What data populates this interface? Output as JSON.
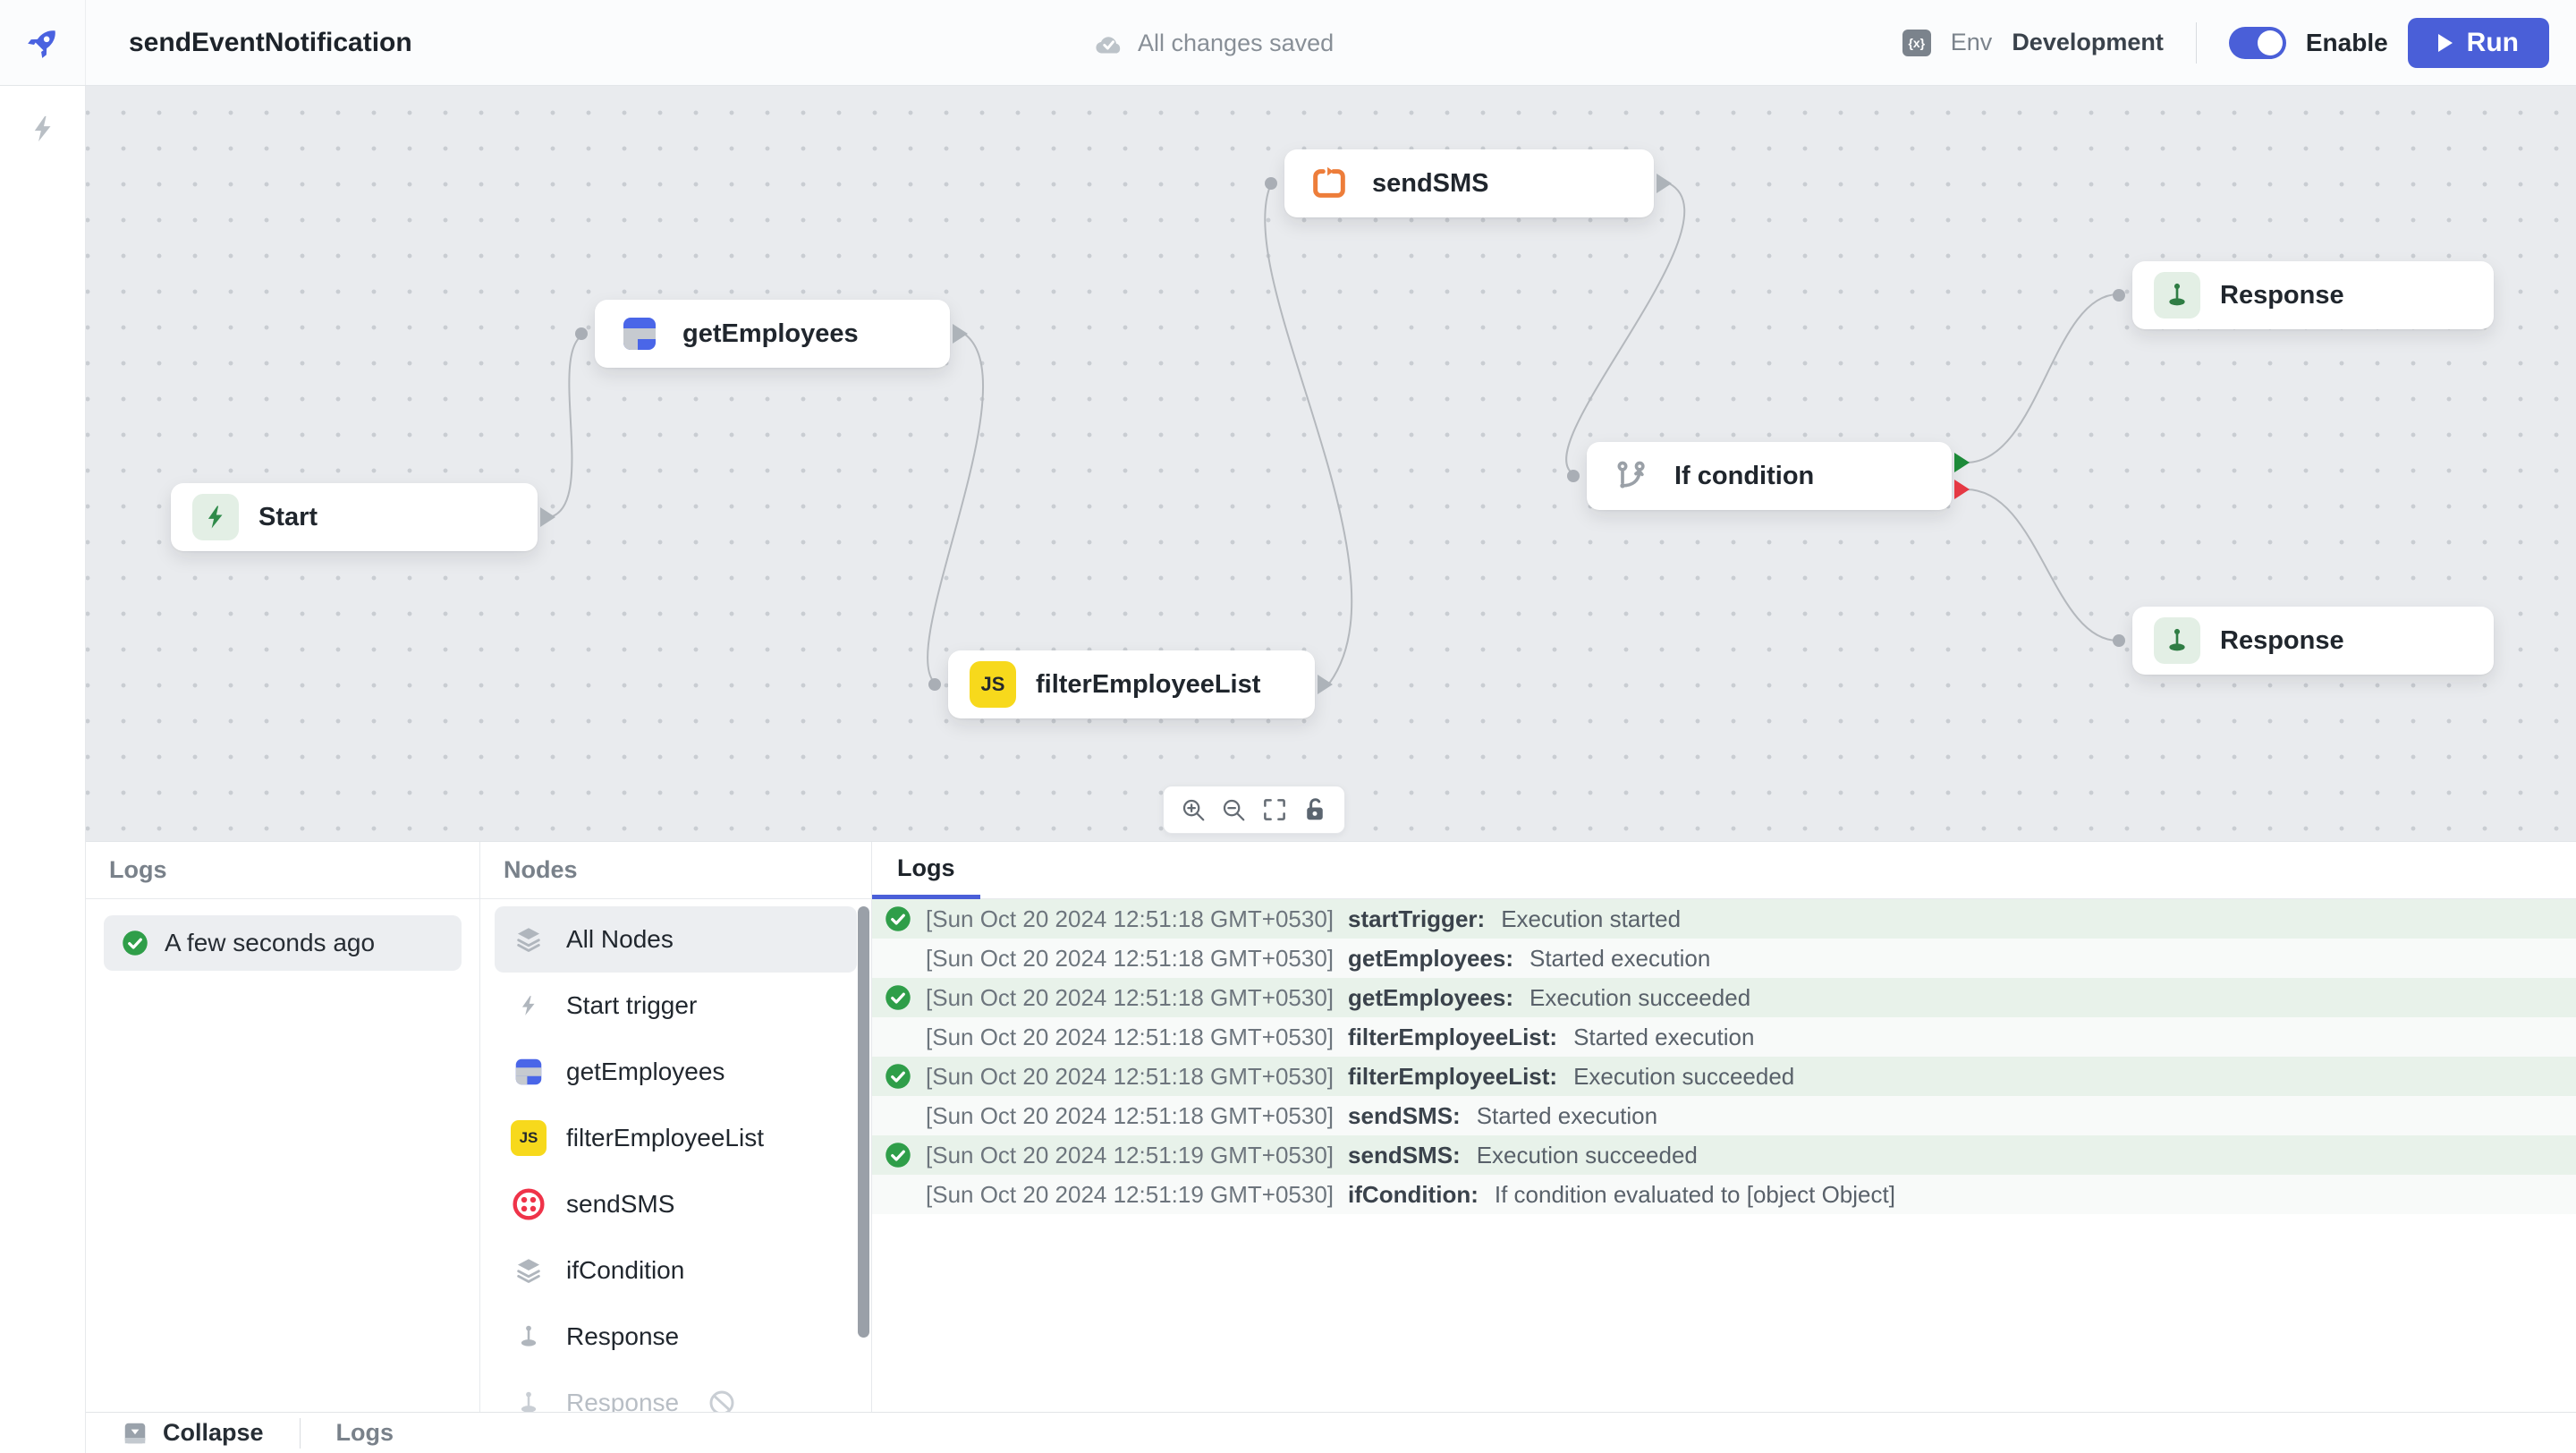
{
  "header": {
    "title": "sendEventNotification",
    "saved_status": "All changes saved",
    "env_label": "Env",
    "env_value": "Development",
    "enable_label": "Enable",
    "run_label": "Run"
  },
  "icons": {
    "env_glyph": "{x}",
    "js_glyph": "JS"
  },
  "canvas": {
    "nodes": [
      {
        "label": "Start",
        "type": "start-trigger"
      },
      {
        "label": "getEmployees",
        "type": "datasource-query"
      },
      {
        "label": "sendSMS",
        "type": "integration"
      },
      {
        "label": "filterEmployeeList",
        "type": "js-code"
      },
      {
        "label": "If condition",
        "type": "condition"
      },
      {
        "label": "Response",
        "type": "response"
      },
      {
        "label": "Response",
        "type": "response"
      }
    ],
    "toolbar_icons": [
      "zoom-in",
      "zoom-out",
      "fit-view",
      "lock"
    ]
  },
  "history_panel": {
    "header": "Logs",
    "items": [
      {
        "label": "A few seconds ago",
        "status": "success"
      }
    ]
  },
  "nodes_panel": {
    "header": "Nodes",
    "items": [
      {
        "label": "All Nodes",
        "icon": "layers-icon",
        "selected": true
      },
      {
        "label": "Start trigger",
        "icon": "bolt-icon"
      },
      {
        "label": "getEmployees",
        "icon": "table-icon"
      },
      {
        "label": "filterEmployeeList",
        "icon": "js-icon"
      },
      {
        "label": "sendSMS",
        "icon": "twilio-icon"
      },
      {
        "label": "ifCondition",
        "icon": "layers-icon"
      },
      {
        "label": "Response",
        "icon": "pin-icon"
      },
      {
        "label": "Response",
        "icon": "pin-icon",
        "disabled": true,
        "badge": "blocked-icon"
      }
    ]
  },
  "logs_panel": {
    "tab": "Logs",
    "rows": [
      {
        "status": "success",
        "timestamp": "[Sun Oct 20 2024 12:51:18 GMT+0530]",
        "source": "startTrigger:",
        "message": "Execution started"
      },
      {
        "status": "none",
        "timestamp": "[Sun Oct 20 2024 12:51:18 GMT+0530]",
        "source": "getEmployees:",
        "message": "Started execution"
      },
      {
        "status": "success",
        "timestamp": "[Sun Oct 20 2024 12:51:18 GMT+0530]",
        "source": "getEmployees:",
        "message": "Execution succeeded"
      },
      {
        "status": "none",
        "timestamp": "[Sun Oct 20 2024 12:51:18 GMT+0530]",
        "source": "filterEmployeeList:",
        "message": "Started execution"
      },
      {
        "status": "success",
        "timestamp": "[Sun Oct 20 2024 12:51:18 GMT+0530]",
        "source": "filterEmployeeList:",
        "message": "Execution succeeded"
      },
      {
        "status": "none",
        "timestamp": "[Sun Oct 20 2024 12:51:18 GMT+0530]",
        "source": "sendSMS:",
        "message": "Started execution"
      },
      {
        "status": "success",
        "timestamp": "[Sun Oct 20 2024 12:51:19 GMT+0530]",
        "source": "sendSMS:",
        "message": "Execution succeeded"
      },
      {
        "status": "none",
        "timestamp": "[Sun Oct 20 2024 12:51:19 GMT+0530]",
        "source": "ifCondition:",
        "message": "If condition evaluated to [object Object]"
      }
    ]
  },
  "footer": {
    "collapse_label": "Collapse",
    "logs_label": "Logs"
  },
  "colors": {
    "accent": "#4a5fd8",
    "success": "#2f9e49",
    "error": "#e53944",
    "twilio_red": "#ef3349",
    "js_yellow": "#f7d91c",
    "orange": "#ed7d3a",
    "canvas_bg": "#e9ebee",
    "success_row_bg": "#e8f2ea"
  }
}
